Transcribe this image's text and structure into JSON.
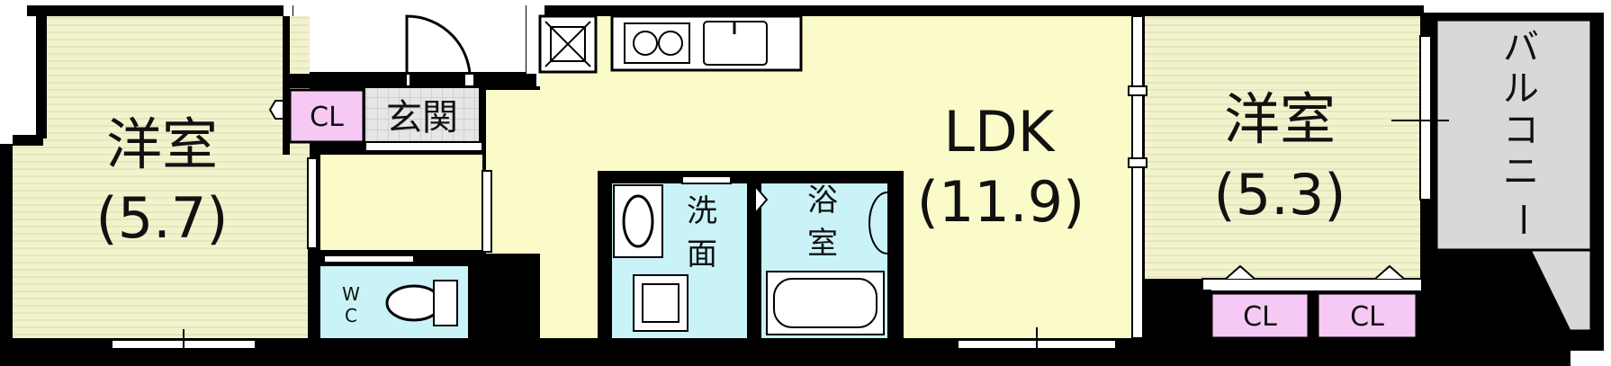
{
  "rooms": {
    "western_left": {
      "name": "洋室",
      "size": "(5.7)"
    },
    "western_right": {
      "name": "洋室",
      "size": "(5.3)"
    },
    "ldk": {
      "name": "LDK",
      "size": "(11.9)"
    },
    "entrance": {
      "name": "玄関"
    },
    "wash": {
      "line1": "洗",
      "line2": "面"
    },
    "bath": {
      "line1": "浴",
      "line2": "室"
    },
    "wc": {
      "line1": "W",
      "line2": "C"
    },
    "balcony": {
      "chars": [
        "バ",
        "ル",
        "コ",
        "ニ",
        "ー"
      ]
    }
  },
  "closets": {
    "cl1": "CL",
    "cl2": "CL",
    "cl3": "CL"
  },
  "colors": {
    "room_fill": "#f2f2cc",
    "ldk_fill": "#fbfbc9",
    "wet_fill": "#c9f3f7",
    "closet_fill": "#f6c8f4",
    "balcony_fill": "#d8d8d8",
    "wall": "#000000"
  }
}
